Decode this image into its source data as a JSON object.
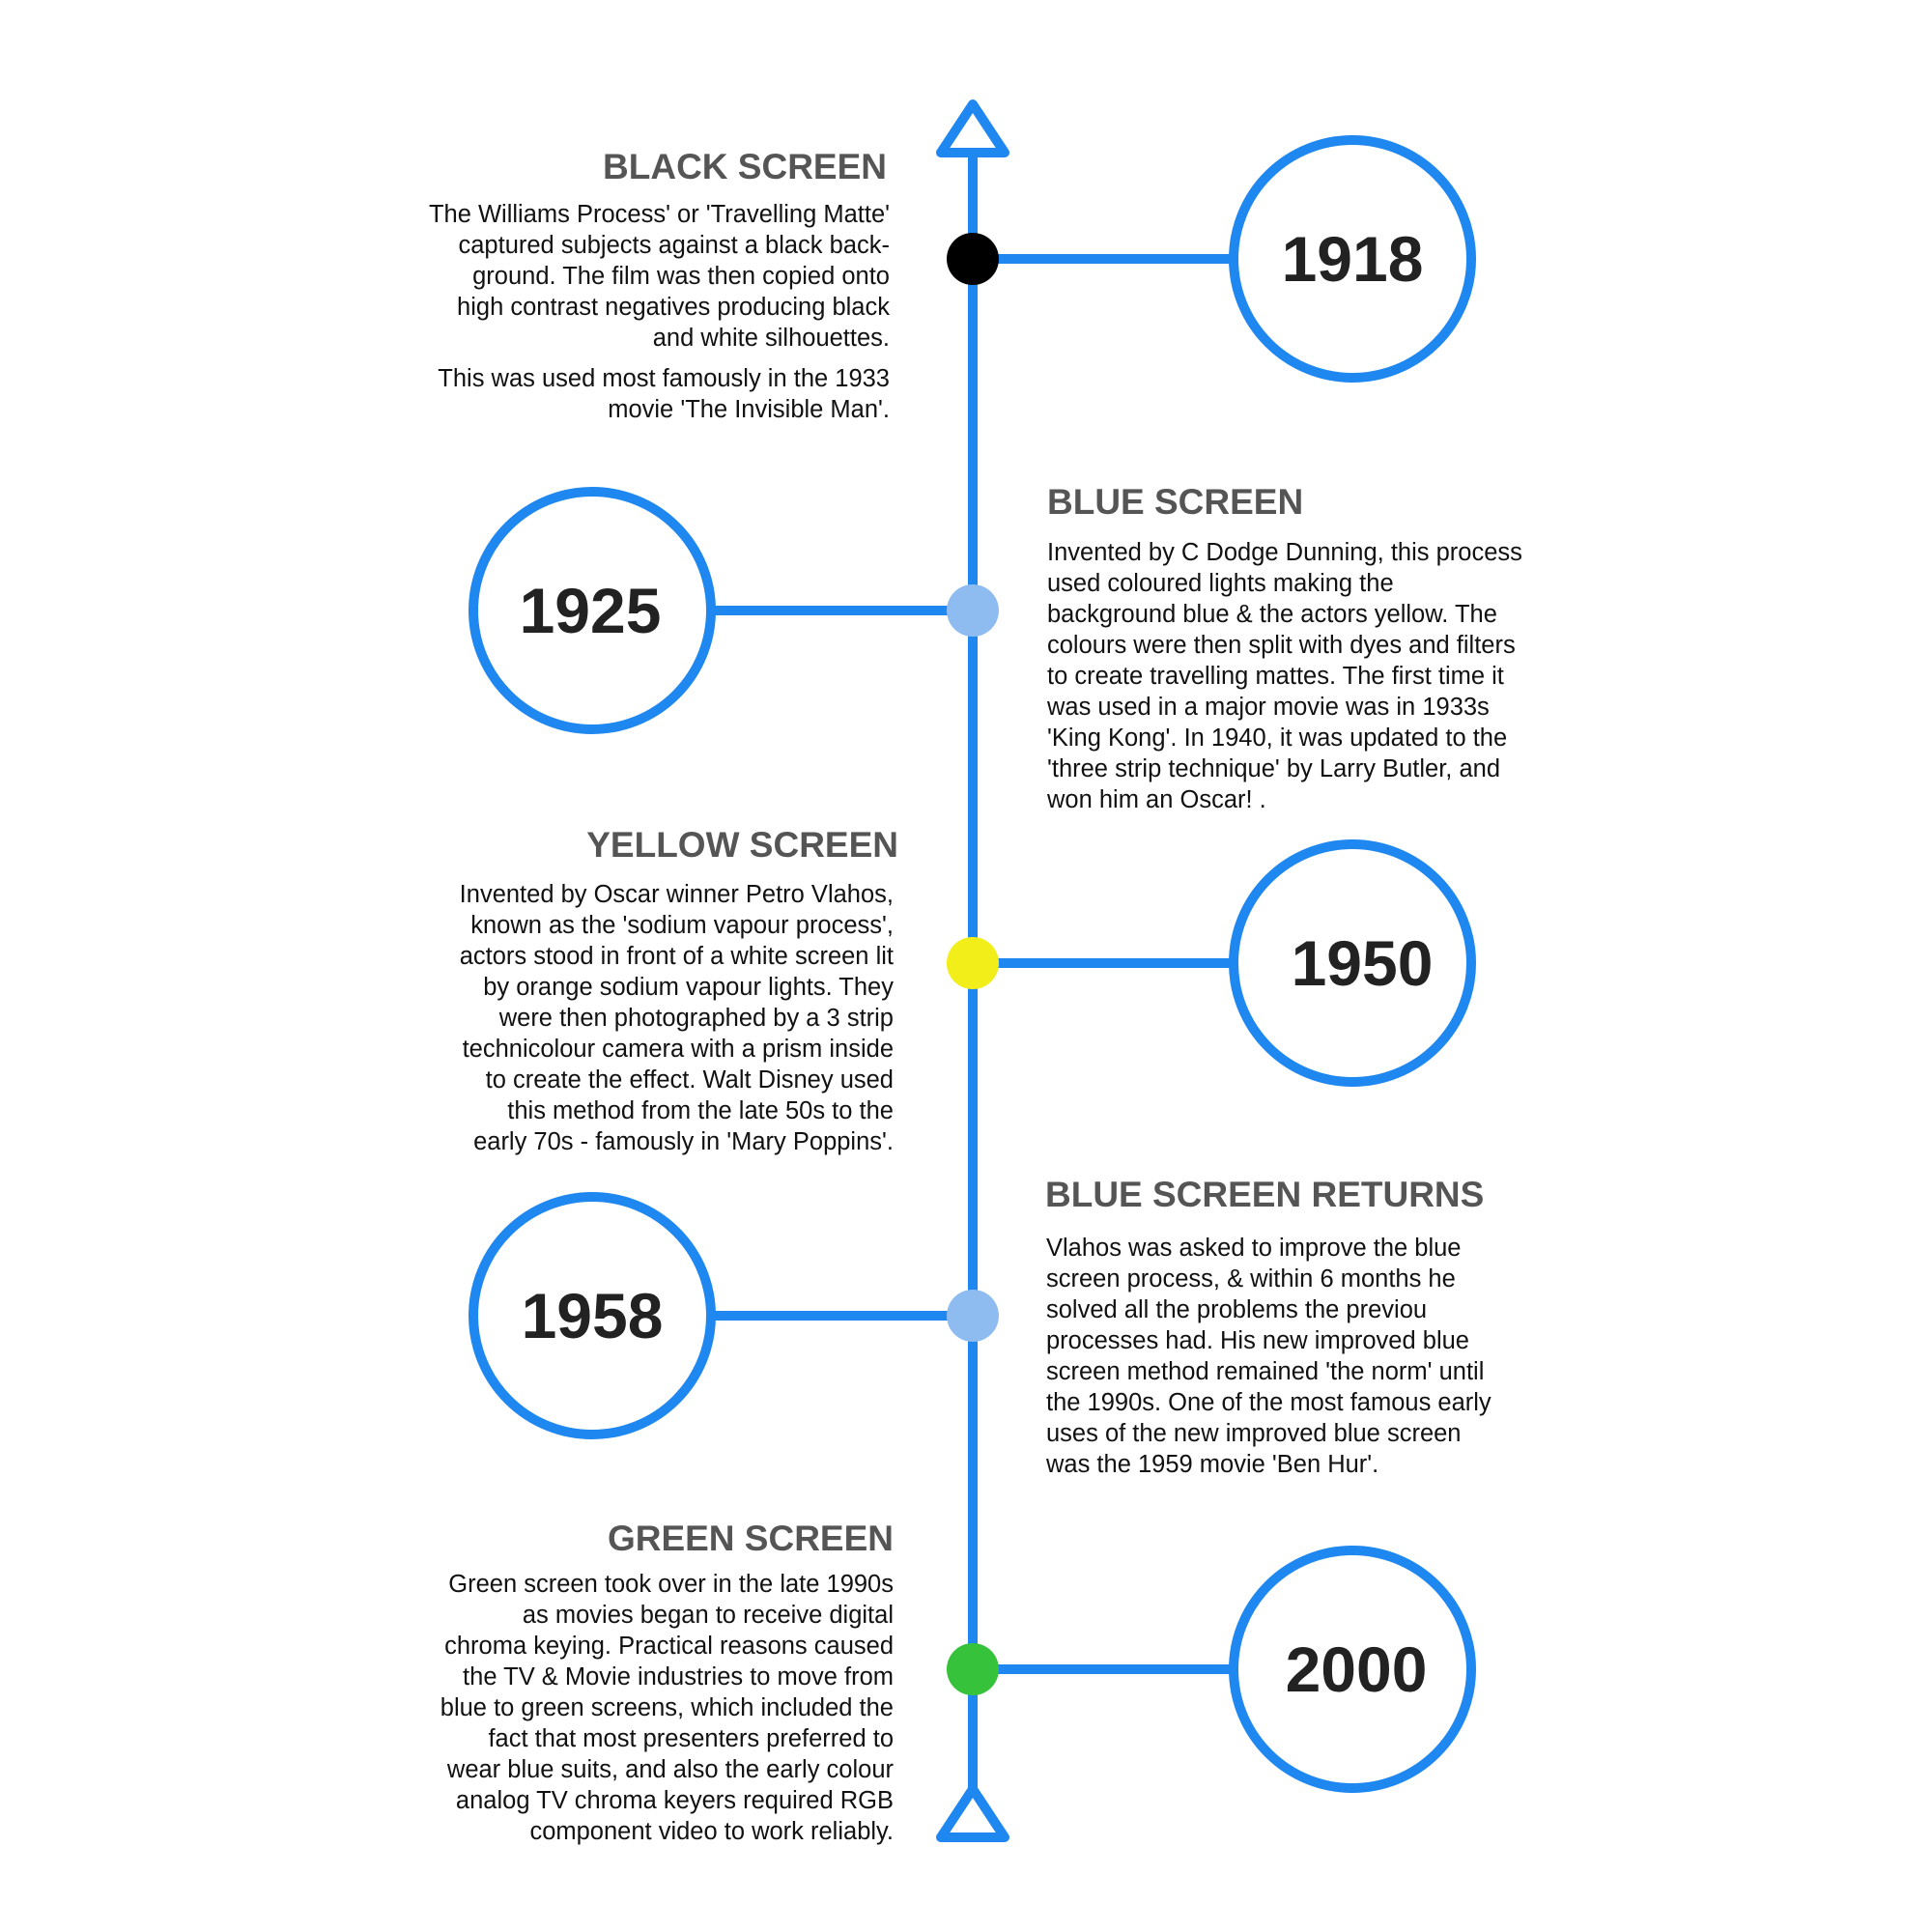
{
  "colors": {
    "timeline_blue": "#1f87f0",
    "node_black": "#000000",
    "node_light_blue": "#8fbcf0",
    "node_yellow": "#f2ee1a",
    "node_green": "#37c23c",
    "heading_gray": "#555555",
    "year_text": "#222222"
  },
  "events": [
    {
      "year": "1918",
      "title": "BLACK SCREEN",
      "side": "left",
      "node_color": "#000000",
      "paragraphs": [
        "The Williams Process' or 'Travelling Matte'\ncaptured subjects against a black back-\nground. The film was then copied onto\nhigh contrast negatives producing black\nand white silhouettes.",
        "This was used most famously in the 1933\nmovie 'The Invisible Man'."
      ]
    },
    {
      "year": "1925",
      "title": "BLUE SCREEN",
      "side": "right",
      "node_color": "#8fbcf0",
      "paragraphs": [
        "Invented by C Dodge Dunning, this process\nused coloured lights making the\nbackground blue & the actors yellow. The\ncolours were then split with dyes and filters\nto create travelling mattes. The first time it\nwas used in a major movie was in 1933s\n'King Kong'. In 1940, it was updated to the\n'three strip technique' by Larry Butler, and\nwon him an Oscar! ."
      ]
    },
    {
      "year": "1950",
      "title": "YELLOW SCREEN",
      "side": "left",
      "node_color": "#f2ee1a",
      "paragraphs": [
        "Invented by Oscar winner Petro Vlahos,\nknown as the  'sodium vapour process',\nactors stood in front of a white screen lit\nby orange sodium vapour lights. They\nwere then photographed by a 3 strip\ntechnicolour camera with a prism inside\nto create the effect. Walt Disney used\nthis method from the late 50s to the\nearly 70s - famously in 'Mary Poppins'."
      ]
    },
    {
      "year": "1958",
      "title": "BLUE SCREEN RETURNS",
      "side": "right",
      "node_color": "#8fbcf0",
      "paragraphs": [
        "Vlahos was asked to improve the blue\nscreen process, & within 6 months he\nsolved all the problems the previou\nprocesses had. His new improved blue\nscreen method remained 'the norm' until\nthe 1990s. One of the most famous early\nuses of the new improved blue screen\nwas the 1959 movie 'Ben Hur'."
      ]
    },
    {
      "year": "2000",
      "title": "GREEN SCREEN",
      "side": "left",
      "node_color": "#37c23c",
      "paragraphs": [
        "Green screen took over in the late 1990s\nas movies began to receive digital\nchroma keying. Practical reasons caused\nthe TV & Movie industries to move from\nblue to green screens, which included the\nfact that most presenters preferred to\nwear blue suits, and also the early colour\nanalog TV chroma keyers required RGB\ncomponent video to work reliably."
      ]
    }
  ]
}
